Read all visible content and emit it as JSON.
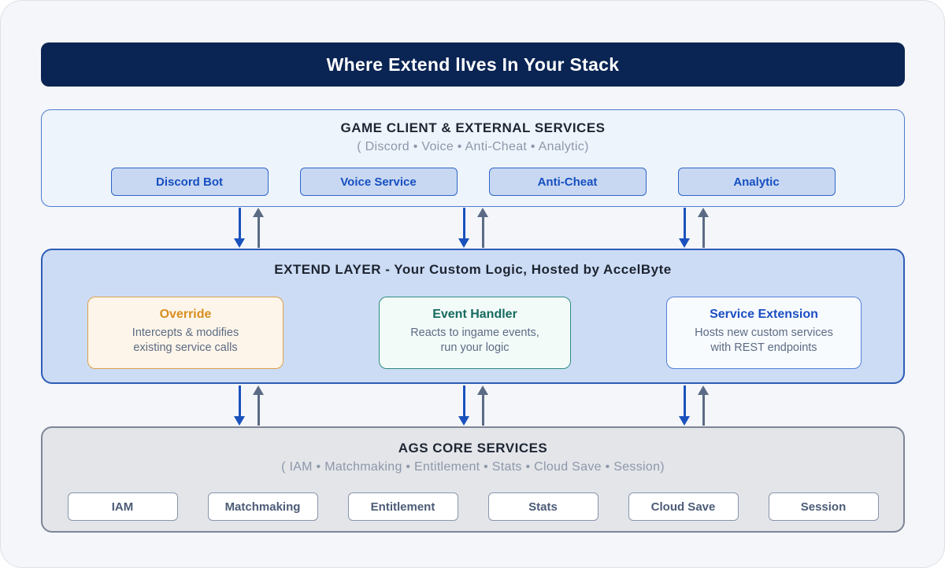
{
  "title": "Where Extend lIves In Your Stack",
  "top_layer": {
    "heading": "GAME CLIENT & EXTERNAL SERVICES",
    "subheading": "( Discord • Voice • Anti-Cheat • Analytic)",
    "chips": [
      "Discord Bot",
      "Voice Service",
      "Anti-Cheat",
      "Analytic"
    ]
  },
  "extend_layer": {
    "heading": "EXTEND LAYER - Your Custom Logic, Hosted by AccelByte",
    "cards": [
      {
        "title": "Override",
        "body": "Intercepts & modifies\nexisting service calls",
        "accent": "#d88e20"
      },
      {
        "title": "Event Handler",
        "body": "Reacts to ingame events,\nrun your logic",
        "accent": "#166a5e"
      },
      {
        "title": "Service Extension",
        "body": "Hosts new custom services\nwith REST endpoints",
        "accent": "#1b4ec2"
      }
    ]
  },
  "core_layer": {
    "heading": "AGS CORE SERVICES",
    "subheading": "( IAM • Matchmaking • Entitlement • Stats • Cloud Save • Session)",
    "chips": [
      "IAM",
      "Matchmaking",
      "Entitlement",
      "Stats",
      "Cloud Save",
      "Session"
    ]
  },
  "colors": {
    "title_bar_bg": "#0a2453",
    "title_text": "#ffffff",
    "page_bg": "#f4f6f9",
    "top_panel_bg": "#eef4fc",
    "top_panel_border": "#4d7cd2",
    "chip_blue_bg": "#c8d8f2",
    "chip_blue_border": "#2f66c6",
    "chip_blue_text": "#164fc0",
    "extend_panel_bg": "#ccdcf5",
    "extend_panel_border": "#2d5cb5",
    "override_bg": "#fdf5e9",
    "override_border": "#dda04a",
    "event_handler_bg": "#f3fbf9",
    "event_handler_border": "#2e8d80",
    "service_extension_bg": "#f8fbfe",
    "service_extension_border": "#5480d8",
    "core_panel_bg": "#e3e5e9",
    "core_panel_border": "#7d8596",
    "chip_gray_bg": "#ffffff",
    "chip_gray_border": "#8796ab",
    "chip_gray_text": "#4c5c77",
    "card_body_text": "#5c6b84",
    "heading_text": "#1e2633",
    "subheading_text": "#8d97a9",
    "arrow_down": "#1a52bd",
    "arrow_up": "#5b6b85"
  }
}
